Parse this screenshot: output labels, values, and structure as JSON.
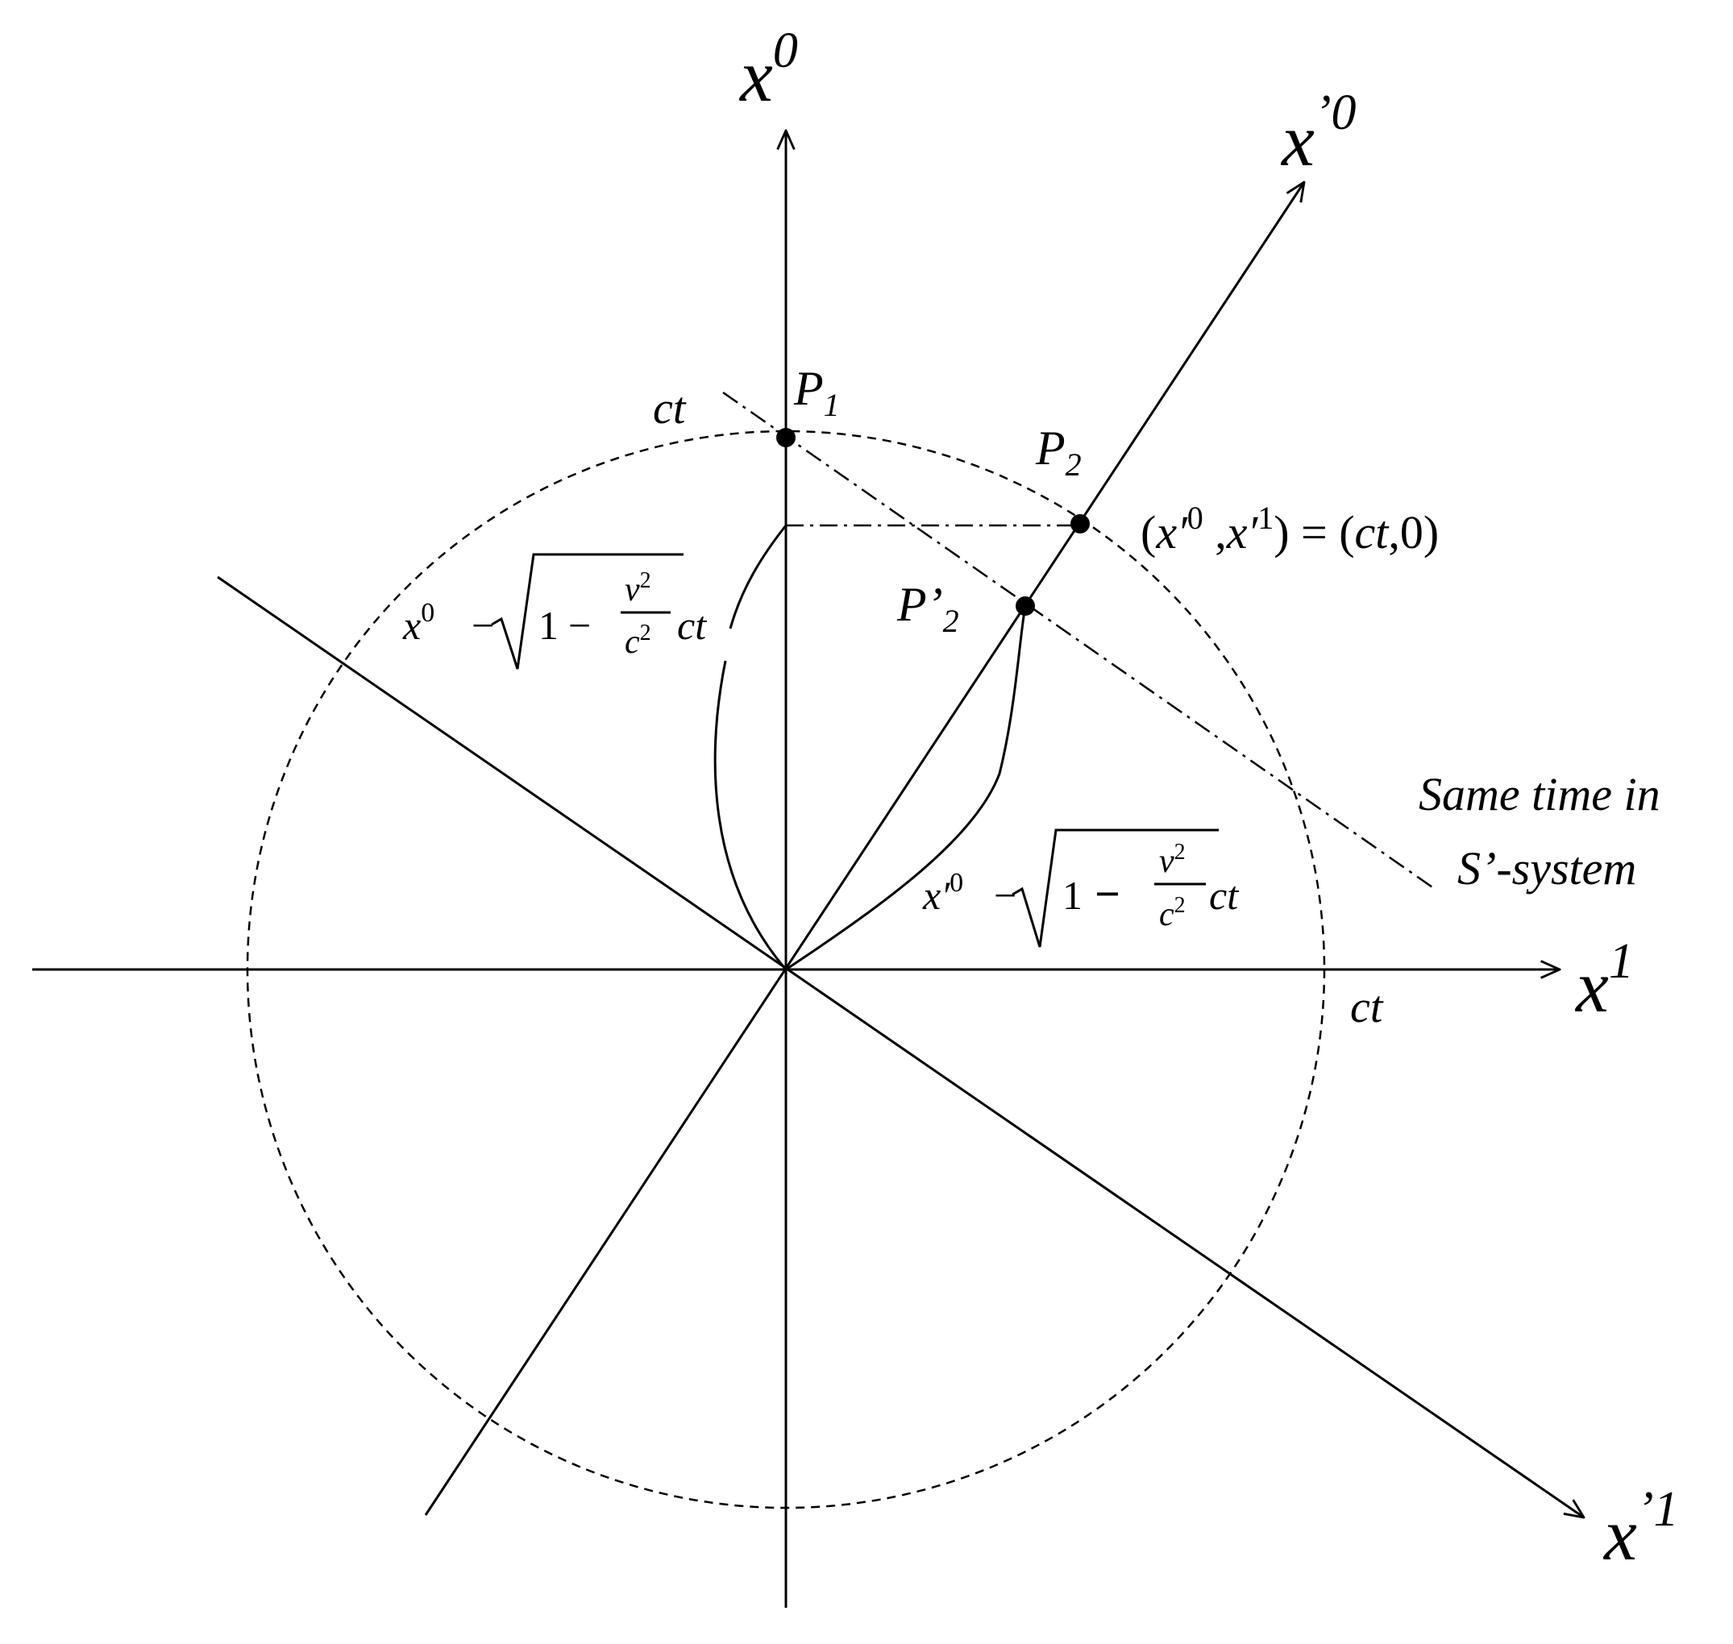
{
  "labels": {
    "x0_axis": {
      "base": "x",
      "sup": "0"
    },
    "xp0_axis": {
      "base": "x",
      "sup": "’0"
    },
    "x1_axis": {
      "base": "x",
      "sup": "1"
    },
    "xp1_axis": {
      "base": "x",
      "sup": "’1"
    },
    "p1": {
      "base": "P",
      "sub": "1"
    },
    "p2": {
      "base": "P",
      "sub": "2"
    },
    "pp2": {
      "base": "P’",
      "sub": "2"
    },
    "ct_top": "ct",
    "ct_right": "ct",
    "coord": {
      "open": "(",
      "a": "x′",
      "a_sup": "0",
      "comma": " ,",
      "b": "x′",
      "b_sup": "1",
      "close": ") = (",
      "c": "ct",
      "d": ",0)"
    },
    "same_time_line1": "Same time in",
    "same_time_line2": "S’-system",
    "formula_left": {
      "lhs": "x",
      "lhs_sup": "0",
      "minus": "−",
      "one": "1",
      "minus2": "−",
      "num": "v",
      "num_sup": "2",
      "den": "c",
      "den_sup": "2",
      "tail": "ct"
    },
    "formula_right": {
      "lhs": "x′",
      "lhs_sup": "0",
      "minus": "−",
      "one": "1",
      "minus2": "−",
      "num": "v",
      "num_sup": "2",
      "den": "c",
      "den_sup": "2",
      "tail": "ct"
    }
  },
  "colors": {
    "ink": "#000000",
    "paper": "#ffffff"
  }
}
